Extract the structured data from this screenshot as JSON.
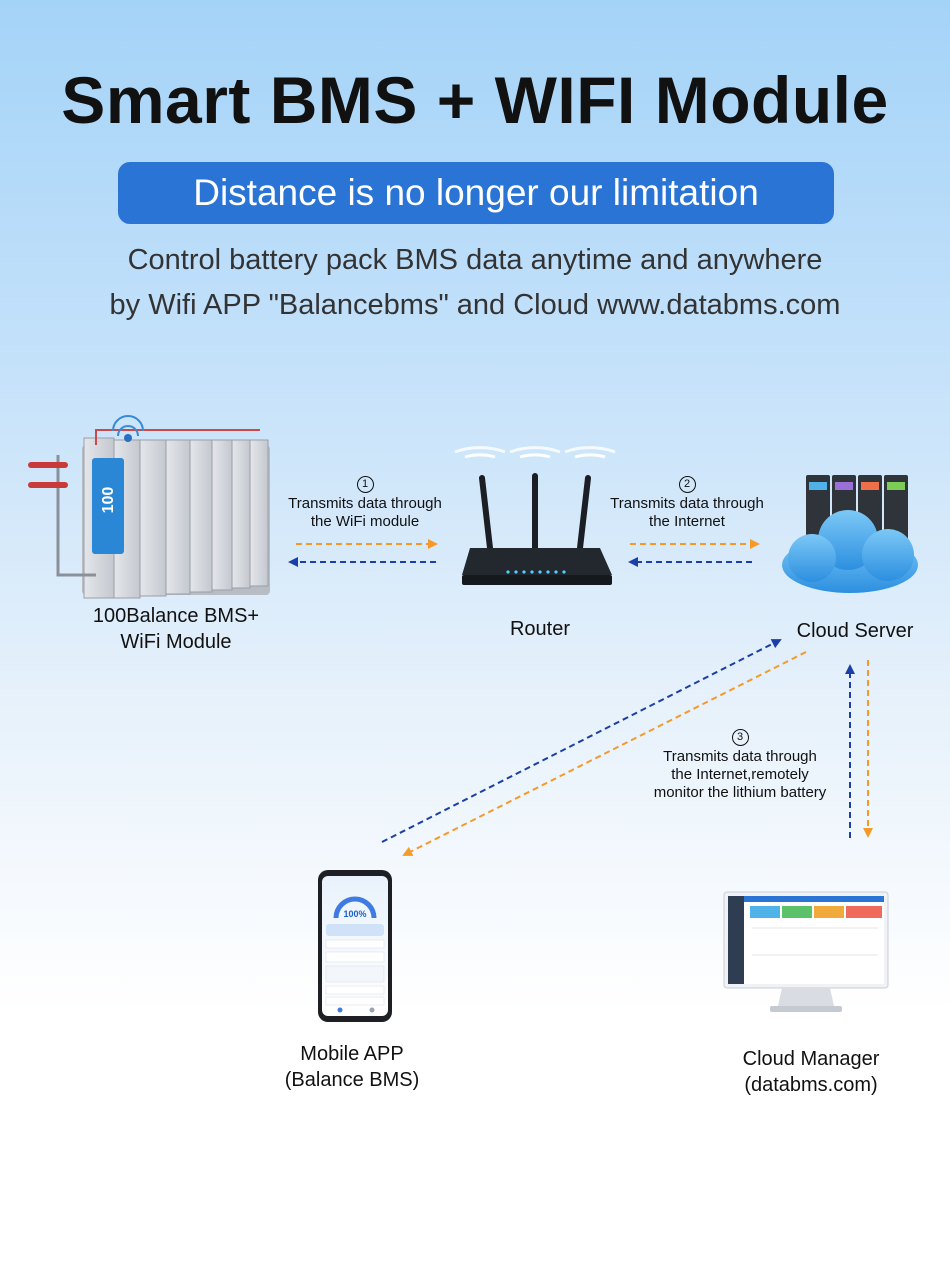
{
  "header": {
    "title": "Smart BMS + WIFI Module",
    "banner": "Distance is no longer our limitation",
    "subtitle_line1": "Control battery pack BMS data anytime and anywhere",
    "subtitle_line2": "by Wifi APP \"Balancebms\" and Cloud www.databms.com"
  },
  "nodes": {
    "bms": {
      "line1": "100Balance BMS+",
      "line2": "WiFi Module",
      "board_logo": "100"
    },
    "router": {
      "label": "Router"
    },
    "cloud": {
      "label": "Cloud Server"
    },
    "app": {
      "line1": "Mobile APP",
      "line2": "(Balance BMS)",
      "gauge": "100%"
    },
    "manager": {
      "line1": "Cloud Manager",
      "line2": "(databms.com)"
    }
  },
  "steps": {
    "step1": {
      "num": "1",
      "line1": "Transmits data through",
      "line2": "the WiFi module"
    },
    "step2": {
      "num": "2",
      "line1": "Transmits data through",
      "line2": "the Internet"
    },
    "step3": {
      "num": "3",
      "line1": "Transmits data through",
      "line2": "the Internet,remotely",
      "line3": "monitor the lithium battery"
    }
  },
  "colors": {
    "banner": "#2a74d6",
    "arrow_orange": "#f59a2a",
    "arrow_blue": "#1b3fa6"
  }
}
